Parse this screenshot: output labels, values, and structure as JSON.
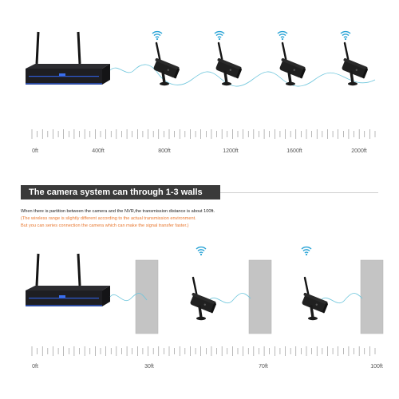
{
  "top_scale": {
    "labels": [
      "0ft",
      "400ft",
      "800ft",
      "1200ft",
      "1600ft",
      "2000ft"
    ]
  },
  "banner": {
    "title": "The camera system can through 1-3 walls"
  },
  "notes": {
    "line1": "When there is partition between the camera and the NVR,the transmission distance is about 100ft.",
    "line2": "(The wireless range is slightly different according to the actual transmission environment.",
    "line3": "But you can series connection the camera which can make the signal transfer faster.)"
  },
  "bottom_scale": {
    "labels": [
      "0ft",
      "30ft",
      "70ft",
      "100ft"
    ]
  },
  "colors": {
    "wave": "#6ec6dc",
    "nvr_body": "#1e1e22",
    "nvr_accent": "#2f5bd6",
    "wall": "#c4c4c4",
    "orange_text": "#e8772e",
    "banner_bg": "#3a3a3a"
  }
}
